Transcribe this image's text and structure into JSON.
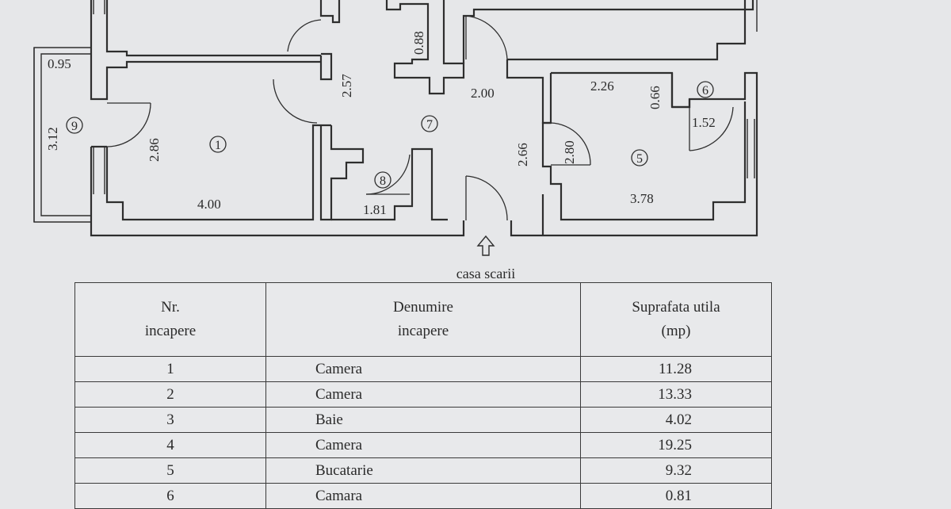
{
  "plan": {
    "dimensions": {
      "d095": "0.95",
      "d312": "3.12",
      "d286": "2.86",
      "d400": "4.00",
      "d257": "2.57",
      "d088": "0.88",
      "d200": "2.00",
      "d266": "2.66",
      "d280": "2.80",
      "d226": "2.26",
      "d066": "0.66",
      "d152": "1.52",
      "d378": "3.78",
      "d181": "1.81"
    },
    "rooms": {
      "r1": "1",
      "r5": "5",
      "r6": "6",
      "r7": "7",
      "r8": "8",
      "r9": "9"
    },
    "entrance_label": "casa scarii"
  },
  "table": {
    "headers": {
      "nr_line1": "Nr.",
      "nr_line2": "incapere",
      "name_line1": "Denumire",
      "name_line2": "incapere",
      "area_line1": "Suprafata utila",
      "area_line2": "(mp)"
    },
    "rows": [
      {
        "nr": "1",
        "name": "Camera",
        "area": "11.28"
      },
      {
        "nr": "2",
        "name": "Camera",
        "area": "13.33"
      },
      {
        "nr": "3",
        "name": "Baie",
        "area": "4.02"
      },
      {
        "nr": "4",
        "name": "Camera",
        "area": "19.25"
      },
      {
        "nr": "5",
        "name": "Bucatarie",
        "area": "9.32"
      },
      {
        "nr": "6",
        "name": "Camara",
        "area": "0.81"
      }
    ]
  }
}
